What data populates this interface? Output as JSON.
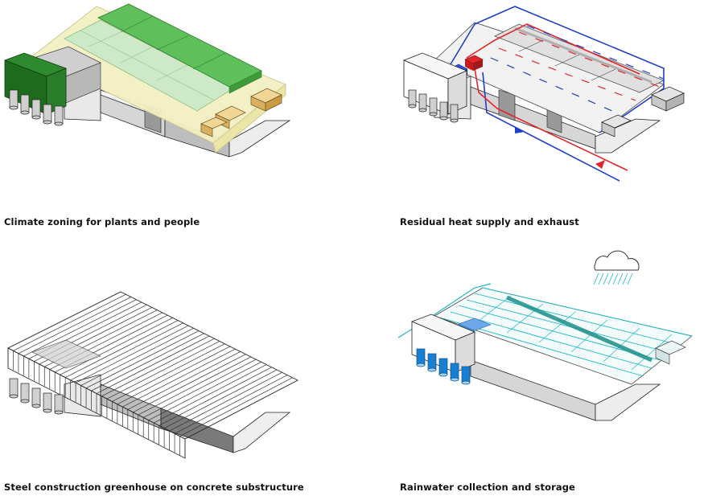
{
  "captions": {
    "climate": "Climate zoning for plants and people",
    "heat": "Residual heat supply and exhaust",
    "steel": "Steel construction greenhouse on concrete substructure",
    "rain": "Rainwater collection and storage"
  },
  "colors": {
    "green_dark": "#1e6b1e",
    "green_bright": "#5fbf5a",
    "green_light": "#cde9c8",
    "yellow_tint": "#f4f0c4",
    "sand": "#e6c27a",
    "red": "#e1262b",
    "blue": "#1f3fc9",
    "cyan": "#1bb7c9",
    "teal_dark": "#1a8f88",
    "grey_light": "#eeeeee",
    "grey_mid": "#cfcfcf",
    "grey_dark": "#7a7a7a"
  }
}
